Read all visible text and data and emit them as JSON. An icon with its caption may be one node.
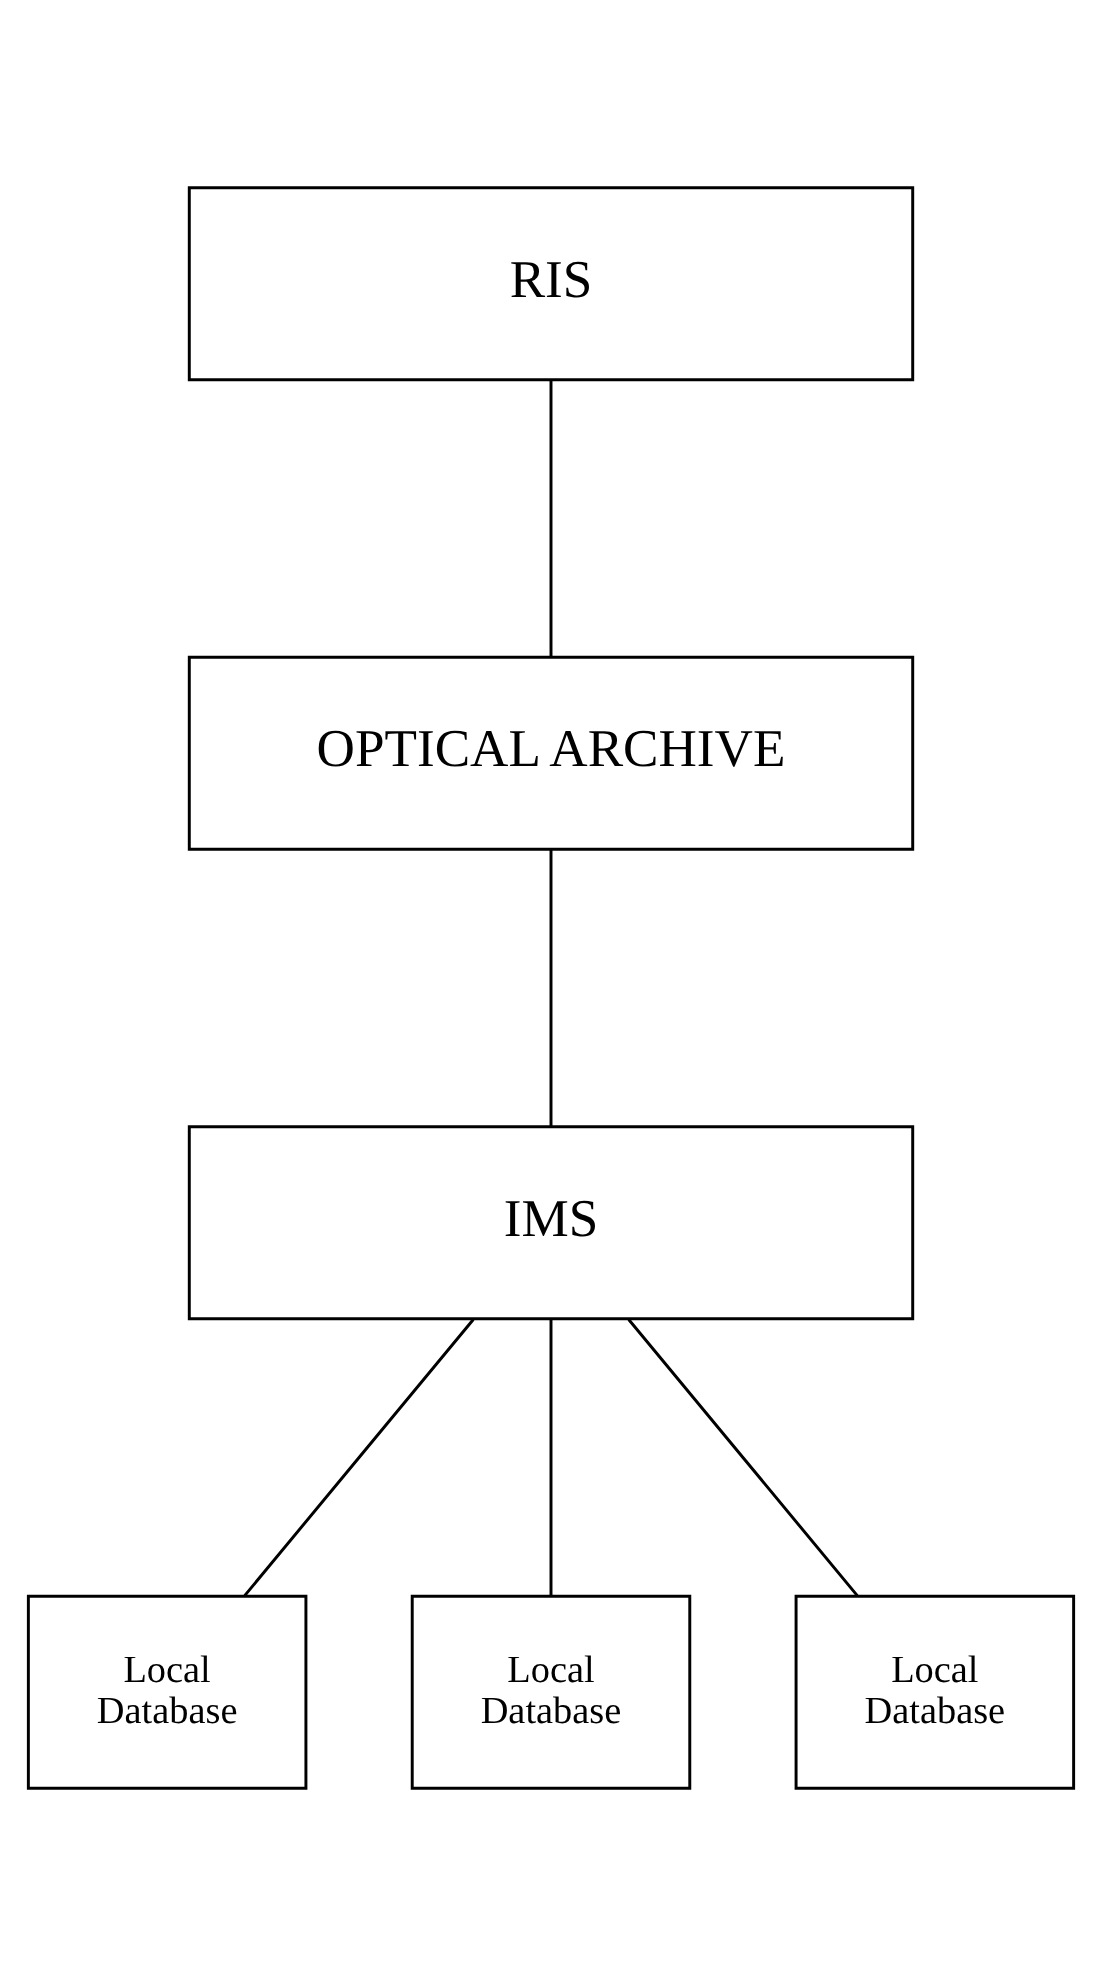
{
  "diagram": {
    "nodes": [
      {
        "text": [
          "RIS"
        ]
      },
      {
        "text": [
          "OPTICAL ARCHIVE"
        ]
      },
      {
        "text": [
          "IMS"
        ]
      },
      {
        "text": [
          "Local Database"
        ]
      },
      {
        "text": [
          "Local Database"
        ]
      },
      {
        "text": [
          "Local Database"
        ]
      }
    ],
    "edges": [
      {
        "from": 0,
        "to": 1,
        "arrow": "none"
      },
      {
        "from": 1,
        "to": 2,
        "arrow": "none"
      },
      {
        "from": 2,
        "to": 3,
        "arrow": "none"
      },
      {
        "from": 2,
        "to": 4,
        "arrow": "none"
      },
      {
        "from": 2,
        "to": 5,
        "arrow": "none"
      }
    ]
  }
}
